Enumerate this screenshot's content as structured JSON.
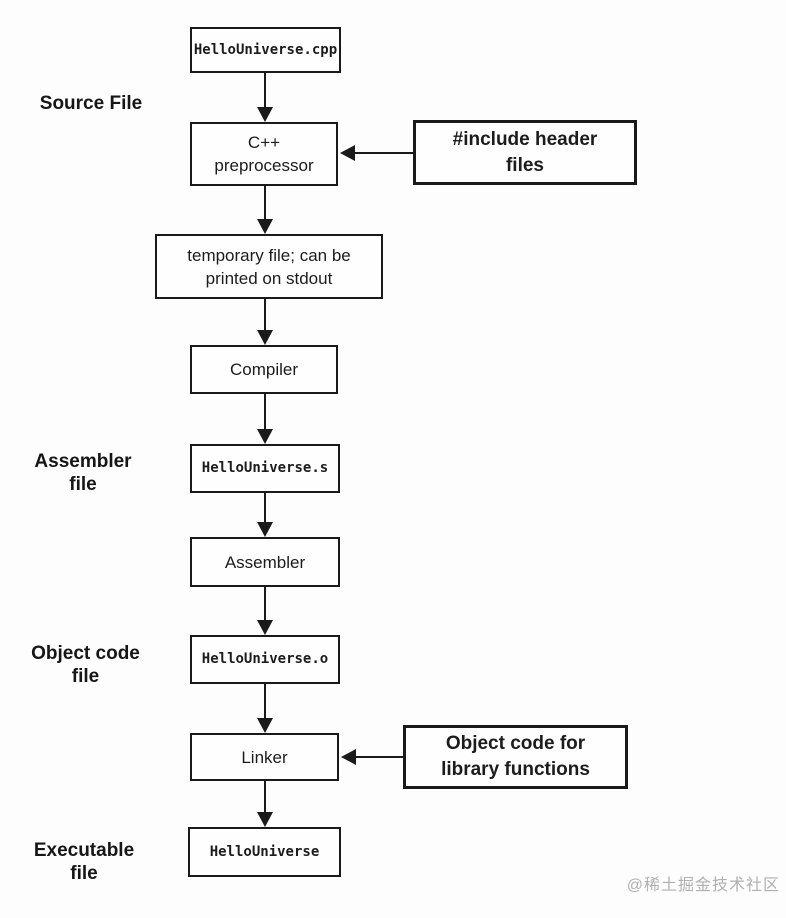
{
  "nodes": {
    "source": "HelloUniverse.cpp",
    "preprocessor": "C++\npreprocessor",
    "temp_file": "temporary file; can be\nprinted on stdout",
    "compiler": "Compiler",
    "assembler_output": "HelloUniverse.s",
    "assembler": "Assembler",
    "object_file": "HelloUniverse.o",
    "linker": "Linker",
    "executable": "HelloUniverse",
    "include_headers": "#include header\nfiles",
    "library_objects": "Object code for\nlibrary functions"
  },
  "labels": {
    "source_file": "Source File",
    "assembler_file": "Assembler\nfile",
    "object_code_file": "Object code\nfile",
    "executable_file": "Executable\nfile"
  },
  "watermark": "@稀土掘金技术社区",
  "colors": {
    "line": "#1a1a1a",
    "box_border": "#1a1a1a",
    "text": "#1c1c1c",
    "watermark": "#b0b0b0",
    "background": "#fdfdfd"
  }
}
